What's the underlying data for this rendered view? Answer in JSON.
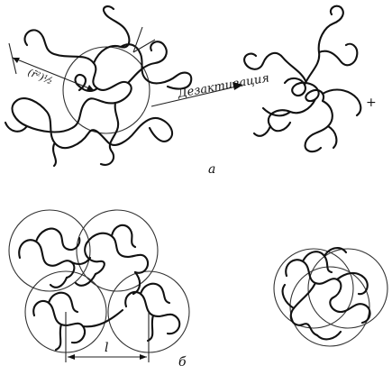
{
  "figure": {
    "part_a": {
      "radius_label": "(r̄²)½",
      "arrow_label": "Дезактивация",
      "plus_sign": "+",
      "caption": "а"
    },
    "part_b": {
      "distance_label": "l",
      "caption": "б"
    }
  }
}
